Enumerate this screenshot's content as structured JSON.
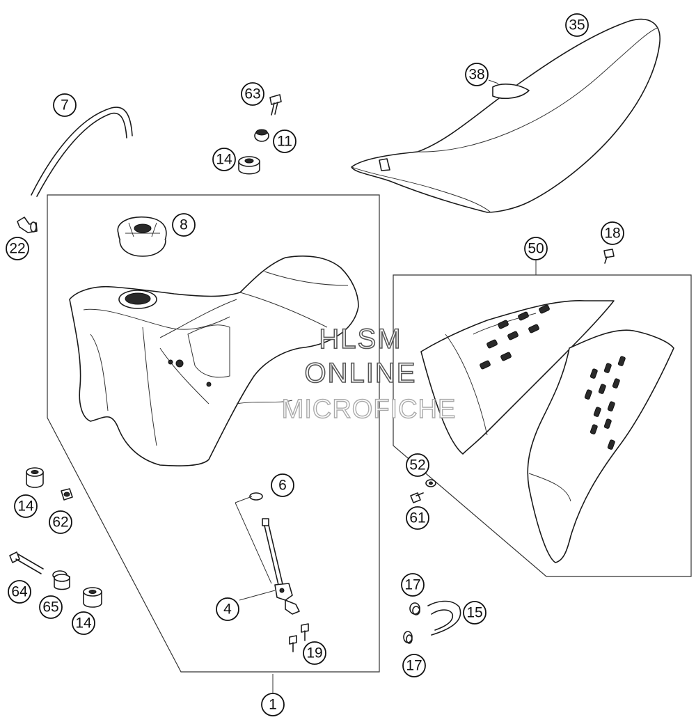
{
  "callouts": {
    "c1": "1",
    "c4": "4",
    "c6": "6",
    "c7": "7",
    "c8": "8",
    "c11": "11",
    "c14a": "14",
    "c14b": "14",
    "c14c": "14",
    "c15": "15",
    "c17a": "17",
    "c17b": "17",
    "c18": "18",
    "c19": "19",
    "c22": "22",
    "c35": "35",
    "c38": "38",
    "c50": "50",
    "c52": "52",
    "c61": "61",
    "c62": "62",
    "c63": "63",
    "c64": "64",
    "c65": "65"
  },
  "watermark": {
    "line1": "HLSM",
    "line2": "ONLINE",
    "line3": "MICROFICHE"
  }
}
